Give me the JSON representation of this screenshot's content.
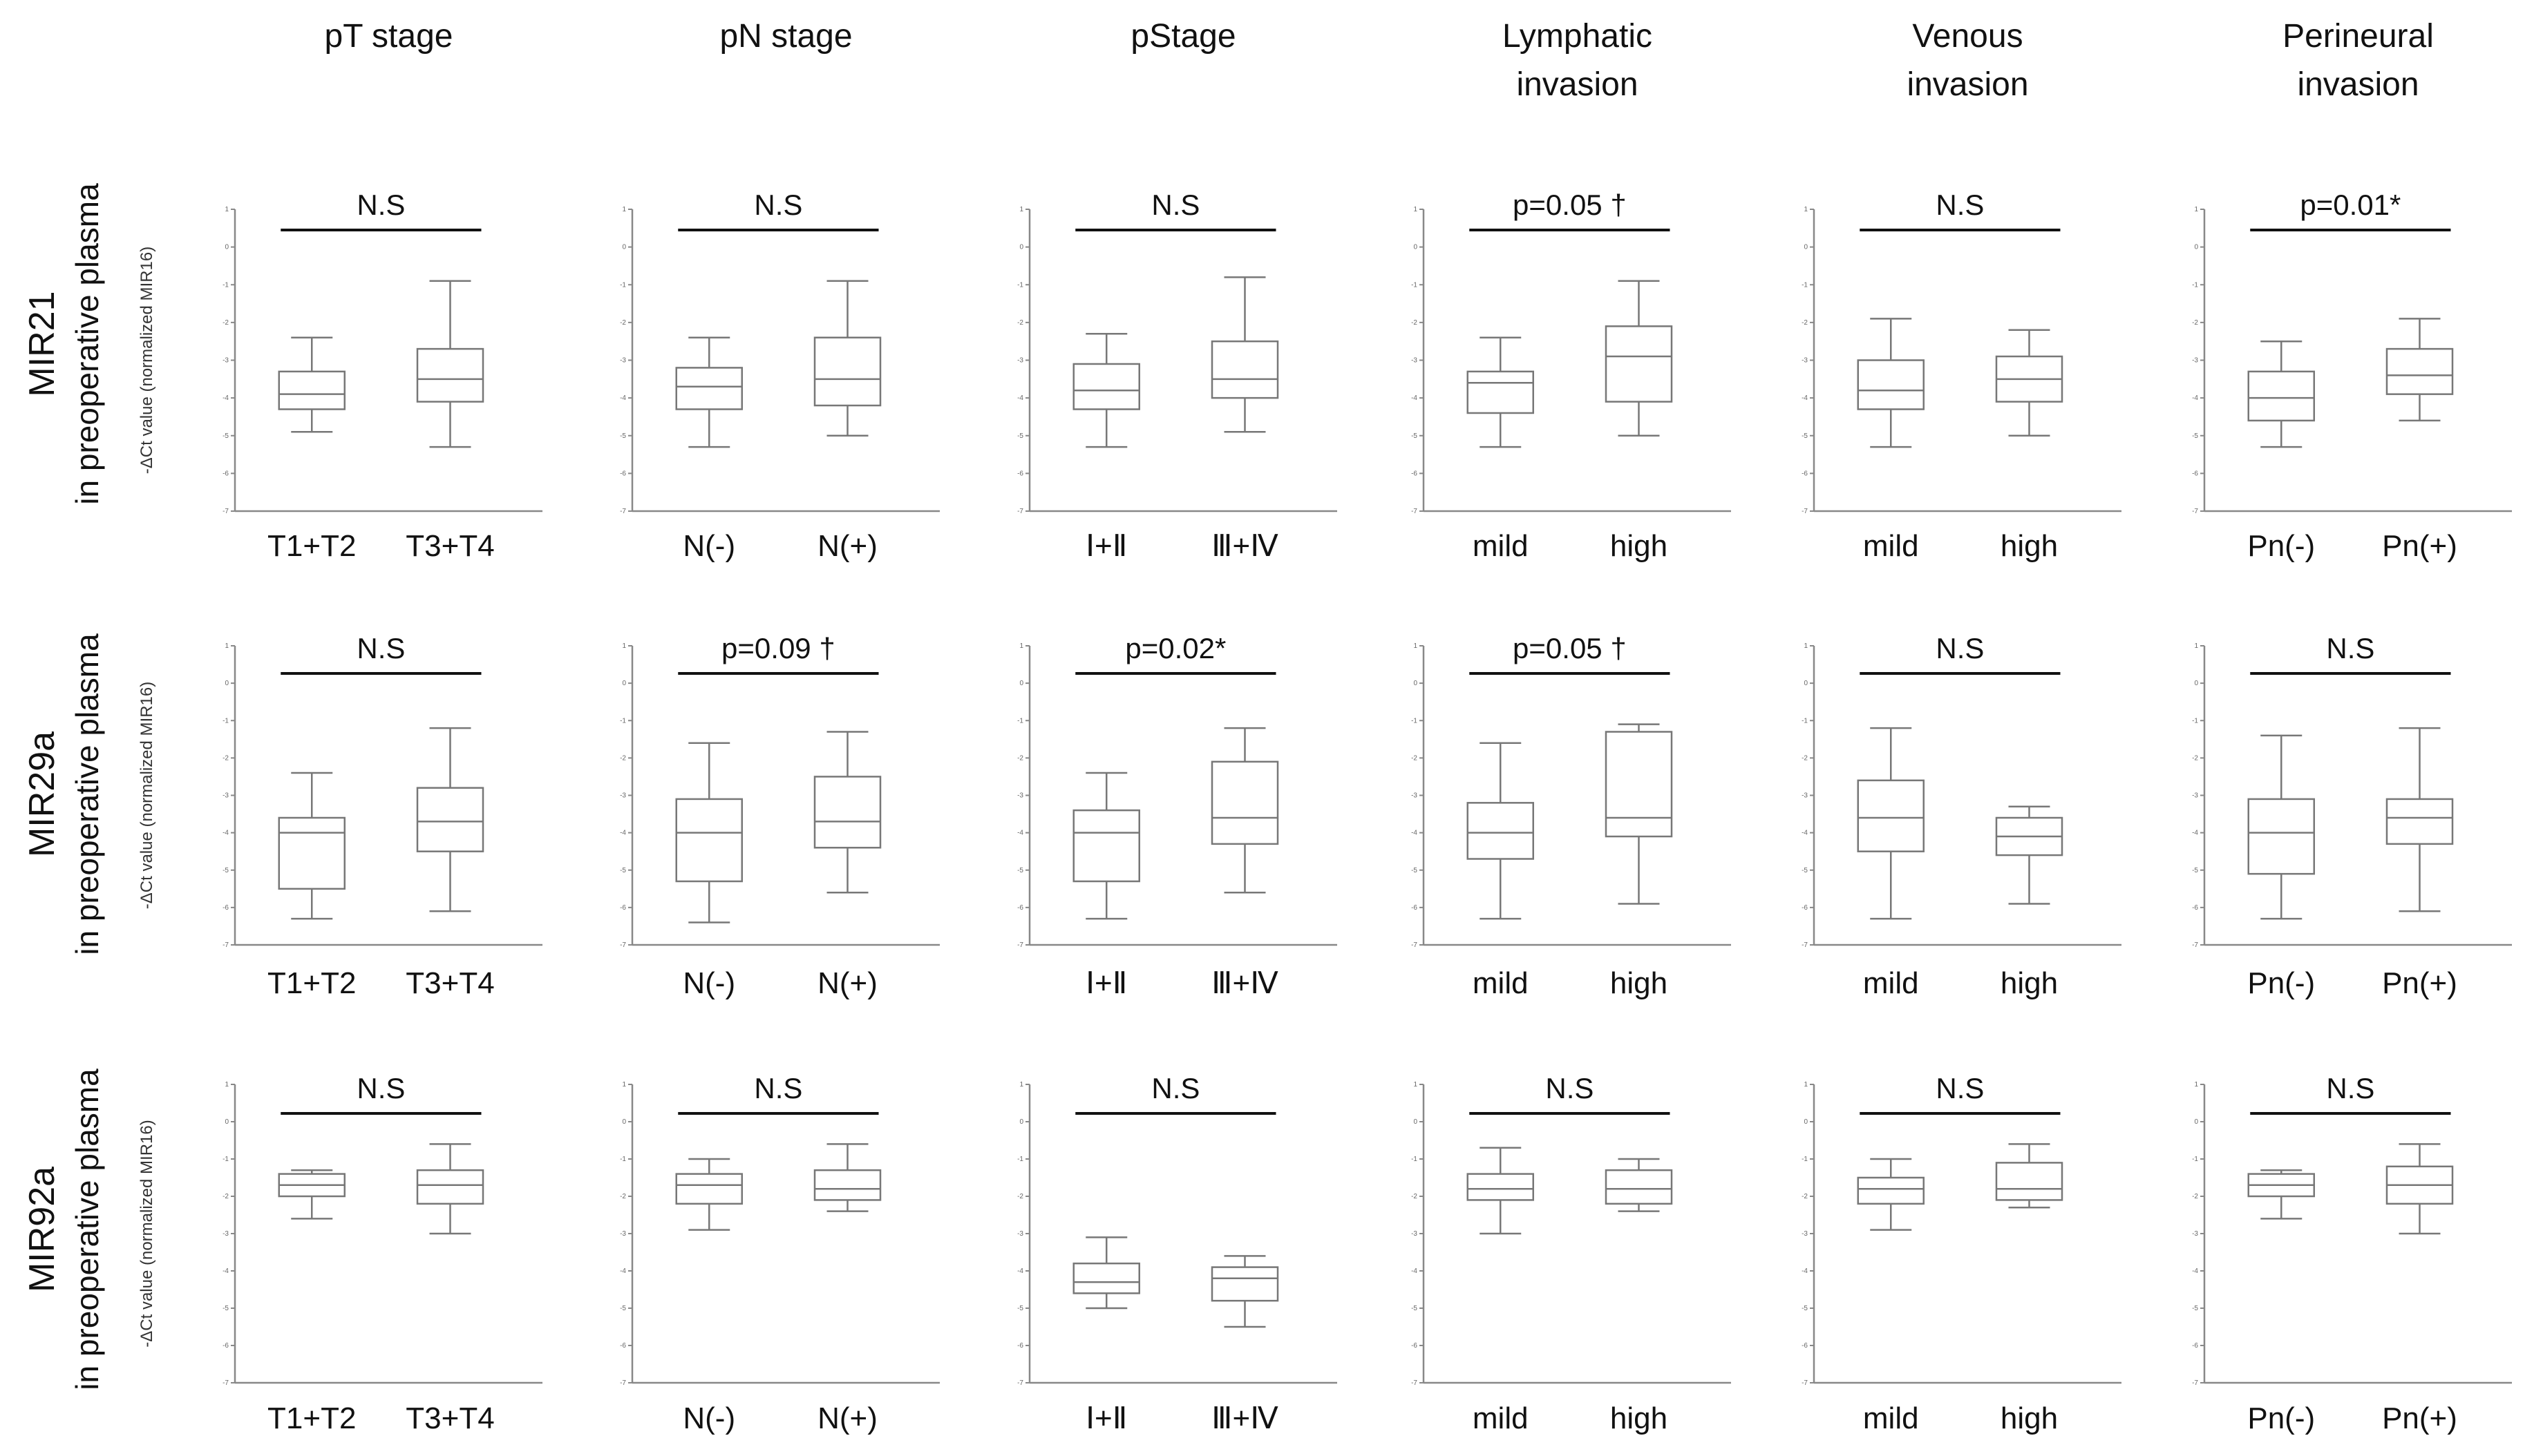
{
  "columns": [
    "pT stage",
    "pN stage",
    "pStage",
    "Lymphatic\ninvasion",
    "Venous\ninvasion",
    "Perineural\ninvasion"
  ],
  "rows": [
    {
      "name": "MIR21",
      "subtitle": "in preoperative plasma"
    },
    {
      "name": "MIR29a",
      "subtitle": "in preoperative plasma"
    },
    {
      "name": "MIR92a",
      "subtitle": "in preoperative plasma"
    }
  ],
  "y_axis_label": "-ΔCt value (normalized MIR16)",
  "chart_data": [
    {
      "type": "box",
      "row": "MIR21",
      "column": "pT stage",
      "categories": [
        "T1+T2",
        "T3+T4"
      ],
      "significance": "N.S",
      "ylim": [
        -7,
        1
      ],
      "yticks": [
        1,
        0,
        -1,
        -2,
        -3,
        -4,
        -5,
        -6,
        -7
      ],
      "boxes": [
        {
          "min": -4.9,
          "q1": -4.3,
          "median": -3.9,
          "q3": -3.3,
          "max": -2.4
        },
        {
          "min": -5.3,
          "q1": -4.1,
          "median": -3.5,
          "q3": -2.7,
          "max": -0.9
        }
      ]
    },
    {
      "type": "box",
      "row": "MIR21",
      "column": "pN stage",
      "categories": [
        "N(-)",
        "N(+)"
      ],
      "significance": "N.S",
      "ylim": [
        -7,
        1
      ],
      "yticks": [
        1,
        0,
        -1,
        -2,
        -3,
        -4,
        -5,
        -6,
        -7
      ],
      "boxes": [
        {
          "min": -5.3,
          "q1": -4.3,
          "median": -3.7,
          "q3": -3.2,
          "max": -2.4
        },
        {
          "min": -5.0,
          "q1": -4.2,
          "median": -3.5,
          "q3": -2.4,
          "max": -0.9
        }
      ]
    },
    {
      "type": "box",
      "row": "MIR21",
      "column": "pStage",
      "categories": [
        "Ⅰ+Ⅱ",
        "Ⅲ+Ⅳ"
      ],
      "significance": "N.S",
      "ylim": [
        -7,
        1
      ],
      "yticks": [
        1,
        0,
        -1,
        -2,
        -3,
        -4,
        -5,
        -6,
        -7
      ],
      "boxes": [
        {
          "min": -5.3,
          "q1": -4.3,
          "median": -3.8,
          "q3": -3.1,
          "max": -2.3
        },
        {
          "min": -4.9,
          "q1": -4.0,
          "median": -3.5,
          "q3": -2.5,
          "max": -0.8
        }
      ]
    },
    {
      "type": "box",
      "row": "MIR21",
      "column": "Lymphatic\ninvasion",
      "categories": [
        "mild",
        "high"
      ],
      "significance": "p=0.05 †",
      "ylim": [
        -7,
        1
      ],
      "yticks": [
        1,
        0,
        -1,
        -2,
        -3,
        -4,
        -5,
        -6,
        -7
      ],
      "boxes": [
        {
          "min": -5.3,
          "q1": -4.4,
          "median": -3.6,
          "q3": -3.3,
          "max": -2.4
        },
        {
          "min": -5.0,
          "q1": -4.1,
          "median": -2.9,
          "q3": -2.1,
          "max": -0.9
        }
      ]
    },
    {
      "type": "box",
      "row": "MIR21",
      "column": "Venous\ninvasion",
      "categories": [
        "mild",
        "high"
      ],
      "significance": "N.S",
      "ylim": [
        -7,
        1
      ],
      "yticks": [
        1,
        0,
        -1,
        -2,
        -3,
        -4,
        -5,
        -6,
        -7
      ],
      "boxes": [
        {
          "min": -5.3,
          "q1": -4.3,
          "median": -3.8,
          "q3": -3.0,
          "max": -1.9
        },
        {
          "min": -5.0,
          "q1": -4.1,
          "median": -3.5,
          "q3": -2.9,
          "max": -2.2
        }
      ]
    },
    {
      "type": "box",
      "row": "MIR21",
      "column": "Perineural\ninvasion",
      "categories": [
        "Pn(-)",
        "Pn(+)"
      ],
      "significance": "p=0.01*",
      "ylim": [
        -7,
        1
      ],
      "yticks": [
        1,
        0,
        -1,
        -2,
        -3,
        -4,
        -5,
        -6,
        -7
      ],
      "boxes": [
        {
          "min": -5.3,
          "q1": -4.6,
          "median": -4.0,
          "q3": -3.3,
          "max": -2.5
        },
        {
          "min": -4.6,
          "q1": -3.9,
          "median": -3.4,
          "q3": -2.7,
          "max": -1.9
        }
      ]
    },
    {
      "type": "box",
      "row": "MIR29a",
      "column": "pT stage",
      "categories": [
        "T1+T2",
        "T3+T4"
      ],
      "significance": "N.S",
      "ylim": [
        -7,
        1
      ],
      "yticks": [
        1,
        0,
        -1,
        -2,
        -3,
        -4,
        -5,
        -6,
        -7
      ],
      "boxes": [
        {
          "min": -6.3,
          "q1": -5.5,
          "median": -4.0,
          "q3": -3.6,
          "max": -2.4
        },
        {
          "min": -6.1,
          "q1": -4.5,
          "median": -3.7,
          "q3": -2.8,
          "max": -1.2
        }
      ]
    },
    {
      "type": "box",
      "row": "MIR29a",
      "column": "pN stage",
      "categories": [
        "N(-)",
        "N(+)"
      ],
      "significance": "p=0.09 †",
      "ylim": [
        -7,
        1
      ],
      "yticks": [
        1,
        0,
        -1,
        -2,
        -3,
        -4,
        -5,
        -6,
        -7
      ],
      "boxes": [
        {
          "min": -6.4,
          "q1": -5.3,
          "median": -4.0,
          "q3": -3.1,
          "max": -1.6
        },
        {
          "min": -5.6,
          "q1": -4.4,
          "median": -3.7,
          "q3": -2.5,
          "max": -1.3
        }
      ]
    },
    {
      "type": "box",
      "row": "MIR29a",
      "column": "pStage",
      "categories": [
        "Ⅰ+Ⅱ",
        "Ⅲ+Ⅳ"
      ],
      "significance": "p=0.02*",
      "ylim": [
        -7,
        1
      ],
      "yticks": [
        1,
        0,
        -1,
        -2,
        -3,
        -4,
        -5,
        -6,
        -7
      ],
      "boxes": [
        {
          "min": -6.3,
          "q1": -5.3,
          "median": -4.0,
          "q3": -3.4,
          "max": -2.4
        },
        {
          "min": -5.6,
          "q1": -4.3,
          "median": -3.6,
          "q3": -2.1,
          "max": -1.2
        }
      ]
    },
    {
      "type": "box",
      "row": "MIR29a",
      "column": "Lymphatic\ninvasion",
      "categories": [
        "mild",
        "high"
      ],
      "significance": "p=0.05 †",
      "ylim": [
        -7,
        1
      ],
      "yticks": [
        1,
        0,
        -1,
        -2,
        -3,
        -4,
        -5,
        -6,
        -7
      ],
      "boxes": [
        {
          "min": -6.3,
          "q1": -4.7,
          "median": -4.0,
          "q3": -3.2,
          "max": -1.6
        },
        {
          "min": -5.9,
          "q1": -4.1,
          "median": -3.6,
          "q3": -1.3,
          "max": -1.1
        }
      ]
    },
    {
      "type": "box",
      "row": "MIR29a",
      "column": "Venous\ninvasion",
      "categories": [
        "mild",
        "high"
      ],
      "significance": "N.S",
      "ylim": [
        -7,
        1
      ],
      "yticks": [
        1,
        0,
        -1,
        -2,
        -3,
        -4,
        -5,
        -6,
        -7
      ],
      "boxes": [
        {
          "min": -6.3,
          "q1": -4.5,
          "median": -3.6,
          "q3": -2.6,
          "max": -1.2
        },
        {
          "min": -5.9,
          "q1": -4.6,
          "median": -4.1,
          "q3": -3.6,
          "max": -3.3
        }
      ]
    },
    {
      "type": "box",
      "row": "MIR29a",
      "column": "Perineural\ninvasion",
      "categories": [
        "Pn(-)",
        "Pn(+)"
      ],
      "significance": "N.S",
      "ylim": [
        -7,
        1
      ],
      "yticks": [
        1,
        0,
        -1,
        -2,
        -3,
        -4,
        -5,
        -6,
        -7
      ],
      "boxes": [
        {
          "min": -6.3,
          "q1": -5.1,
          "median": -4.0,
          "q3": -3.1,
          "max": -1.4
        },
        {
          "min": -6.1,
          "q1": -4.3,
          "median": -3.6,
          "q3": -3.1,
          "max": -1.2
        }
      ]
    },
    {
      "type": "box",
      "row": "MIR92a",
      "column": "pT stage",
      "categories": [
        "T1+T2",
        "T3+T4"
      ],
      "significance": "N.S",
      "ylim": [
        -7,
        1
      ],
      "yticks": [
        1,
        0,
        -1,
        -2,
        -3,
        -4,
        -5,
        -6,
        -7
      ],
      "boxes": [
        {
          "min": -2.6,
          "q1": -2.0,
          "median": -1.7,
          "q3": -1.4,
          "max": -1.3
        },
        {
          "min": -3.0,
          "q1": -2.2,
          "median": -1.7,
          "q3": -1.3,
          "max": -0.6
        }
      ]
    },
    {
      "type": "box",
      "row": "MIR92a",
      "column": "pN stage",
      "categories": [
        "N(-)",
        "N(+)"
      ],
      "significance": "N.S",
      "ylim": [
        -7,
        1
      ],
      "yticks": [
        1,
        0,
        -1,
        -2,
        -3,
        -4,
        -5,
        -6,
        -7
      ],
      "boxes": [
        {
          "min": -2.9,
          "q1": -2.2,
          "median": -1.7,
          "q3": -1.4,
          "max": -1.0
        },
        {
          "min": -2.4,
          "q1": -2.1,
          "median": -1.8,
          "q3": -1.3,
          "max": -0.6
        }
      ]
    },
    {
      "type": "box",
      "row": "MIR92a",
      "column": "pStage",
      "categories": [
        "Ⅰ+Ⅱ",
        "Ⅲ+Ⅳ"
      ],
      "significance": "N.S",
      "ylim": [
        -7,
        1
      ],
      "yticks": [
        1,
        0,
        -1,
        -2,
        -3,
        -4,
        -5,
        -6,
        -7
      ],
      "boxes": [
        {
          "min": -5.0,
          "q1": -4.6,
          "median": -4.3,
          "q3": -3.8,
          "max": -3.1
        },
        {
          "min": -5.5,
          "q1": -4.8,
          "median": -4.2,
          "q3": -3.9,
          "max": -3.6
        }
      ]
    },
    {
      "type": "box",
      "row": "MIR92a",
      "column": "Lymphatic\ninvasion",
      "categories": [
        "mild",
        "high"
      ],
      "significance": "N.S",
      "ylim": [
        -7,
        1
      ],
      "yticks": [
        1,
        0,
        -1,
        -2,
        -3,
        -4,
        -5,
        -6,
        -7
      ],
      "boxes": [
        {
          "min": -3.0,
          "q1": -2.1,
          "median": -1.8,
          "q3": -1.4,
          "max": -0.7
        },
        {
          "min": -2.4,
          "q1": -2.2,
          "median": -1.8,
          "q3": -1.3,
          "max": -1.0
        }
      ]
    },
    {
      "type": "box",
      "row": "MIR92a",
      "column": "Venous\ninvasion",
      "categories": [
        "mild",
        "high"
      ],
      "significance": "N.S",
      "ylim": [
        -7,
        1
      ],
      "yticks": [
        1,
        0,
        -1,
        -2,
        -3,
        -4,
        -5,
        -6,
        -7
      ],
      "boxes": [
        {
          "min": -2.9,
          "q1": -2.2,
          "median": -1.8,
          "q3": -1.5,
          "max": -1.0
        },
        {
          "min": -2.3,
          "q1": -2.1,
          "median": -1.8,
          "q3": -1.1,
          "max": -0.6
        }
      ]
    },
    {
      "type": "box",
      "row": "MIR92a",
      "column": "Perineural\ninvasion",
      "categories": [
        "Pn(-)",
        "Pn(+)"
      ],
      "significance": "N.S",
      "ylim": [
        -7,
        1
      ],
      "yticks": [
        1,
        0,
        -1,
        -2,
        -3,
        -4,
        -5,
        -6,
        -7
      ],
      "boxes": [
        {
          "min": -2.6,
          "q1": -2.0,
          "median": -1.7,
          "q3": -1.4,
          "max": -1.3
        },
        {
          "min": -3.0,
          "q1": -2.2,
          "median": -1.7,
          "q3": -1.2,
          "max": -0.6
        }
      ]
    }
  ]
}
